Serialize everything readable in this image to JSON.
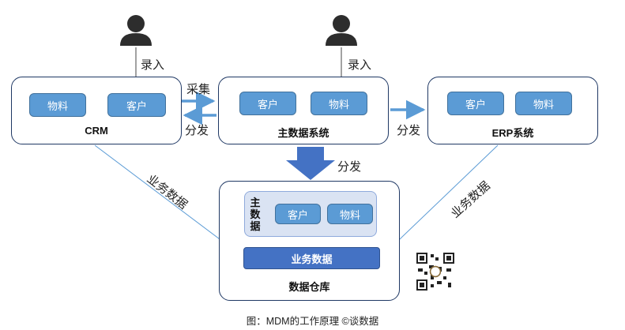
{
  "users": {
    "left_label": "录入",
    "right_label": "录入"
  },
  "crm": {
    "title": "CRM",
    "chip1": "物料",
    "chip2": "客户"
  },
  "mdm": {
    "title": "主数据系统",
    "chip1": "客户",
    "chip2": "物料"
  },
  "erp": {
    "title": "ERP系统",
    "chip1": "客户",
    "chip2": "物料"
  },
  "flows": {
    "collect": "采集",
    "distribute_left": "分发",
    "distribute_right": "分发",
    "distribute_down": "分发",
    "biz_data_left": "业务数据",
    "biz_data_right": "业务数据"
  },
  "warehouse": {
    "title": "数据仓库",
    "master_label": "主数据",
    "chip1": "客户",
    "chip2": "物料",
    "biz_bar": "业务数据"
  },
  "caption": "图：MDM的工作原理 ©谈数据",
  "colors": {
    "accent": "#5b9bd5",
    "border": "#1f3864",
    "bar": "#4472c4",
    "panel": "#dae3f3"
  },
  "icons": [
    "user-icon",
    "qr-code-icon"
  ]
}
